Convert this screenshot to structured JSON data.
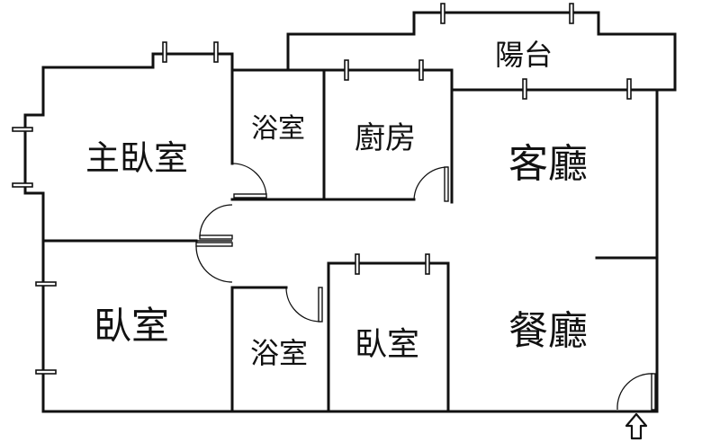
{
  "rooms": {
    "balcony": "陽台",
    "master_bedroom": "主臥室",
    "bathroom_top": "浴室",
    "kitchen": "廚房",
    "living_room": "客廳",
    "bedroom_left": "臥室",
    "bathroom_bottom": "浴室",
    "bedroom_small": "臥室",
    "dining_room": "餐廳"
  }
}
